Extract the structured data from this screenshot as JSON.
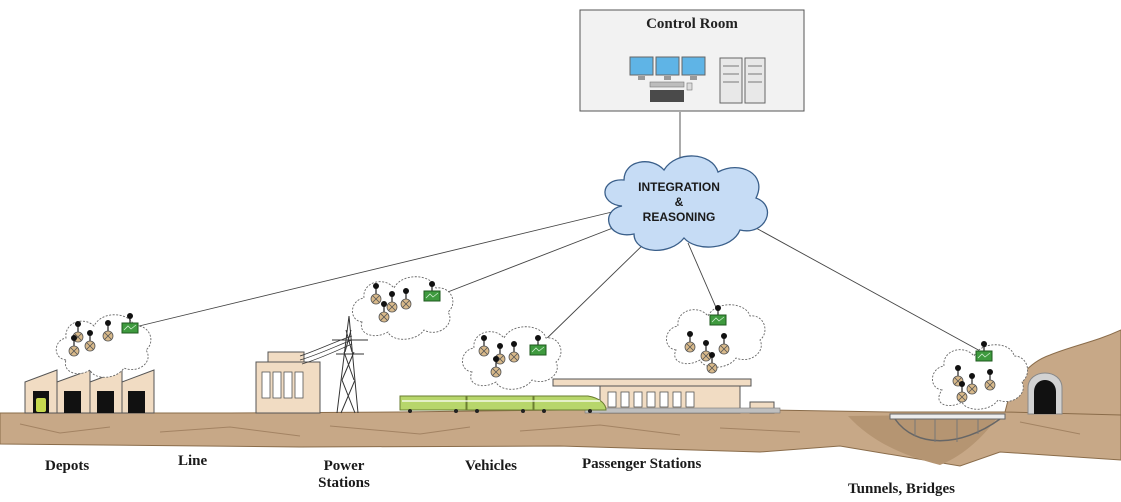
{
  "control_room": {
    "title": "Control Room"
  },
  "hub": {
    "line1": "INTEGRATION",
    "line2": "&",
    "line3": "REASONING"
  },
  "labels": {
    "depots": "Depots",
    "line": "Line",
    "power_l1": "Power",
    "power_l2": "Stations",
    "vehicles": "Vehicles",
    "passenger": "Passenger Stations",
    "tunnels": "Tunnels, Bridges"
  },
  "colors": {
    "ground": "#c7a887",
    "cloud_fill": "#c6dcf5",
    "cloud_stroke": "#3a5f8a",
    "building": "#f1dcc3",
    "gateway": "#3e9a3e",
    "train": "#b7d66b"
  }
}
